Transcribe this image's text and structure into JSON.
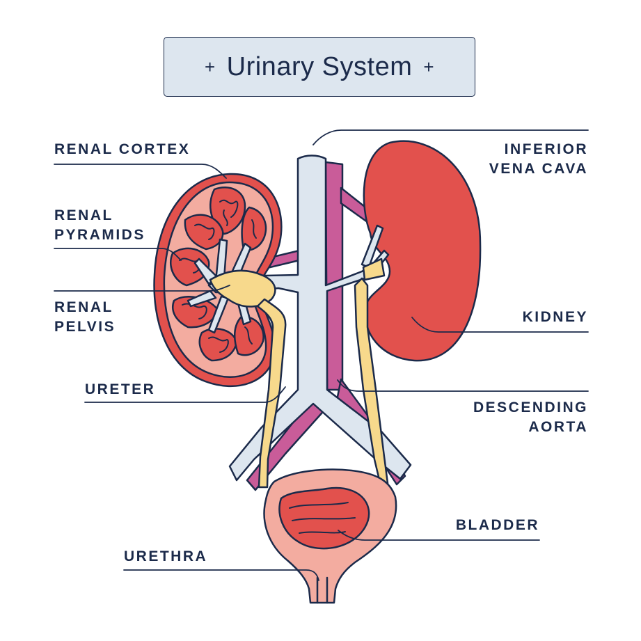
{
  "title": {
    "text": "Urinary System",
    "prefix": "+",
    "suffix": "+"
  },
  "labels": {
    "renal_cortex": "RENAL CORTEX",
    "renal_pyramids_1": "RENAL",
    "renal_pyramids_2": "PYRAMIDS",
    "renal_pelvis_1": "RENAL",
    "renal_pelvis_2": "PELVIS",
    "ureter": "URETER",
    "urethra": "URETHRA",
    "ivc_1": "INFERIOR",
    "ivc_2": "VENA CAVA",
    "kidney": "KIDNEY",
    "aorta_1": "DESCENDING",
    "aorta_2": "AORTA",
    "bladder": "BLADDER"
  },
  "colors": {
    "outline": "#1b2a4a",
    "kidney_red": "#e2514d",
    "cortex_pink": "#f3aca0",
    "vein_blue": "#dde6ef",
    "artery_magenta": "#c95c99",
    "ureter_yellow": "#f7d98c"
  }
}
